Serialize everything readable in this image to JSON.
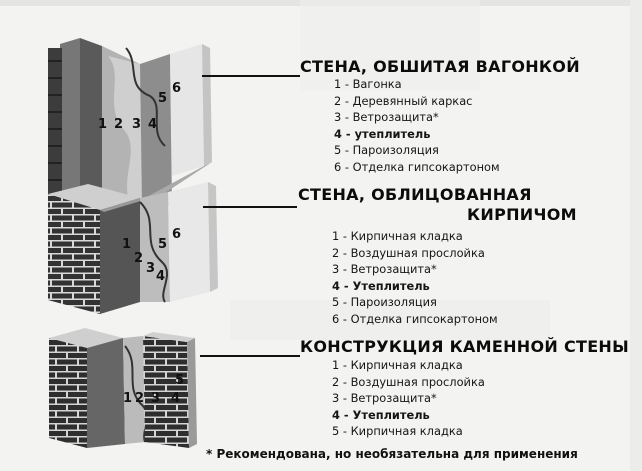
{
  "sections": [
    {
      "title_lines": [
        "СТЕНА, ОБШИТАЯ ВАГОНКОЙ"
      ],
      "items": [
        "1 - Вагонка",
        "2 - Деревянный каркас",
        "3 - Ветрозащита*",
        "4 - утеплитель",
        "5 - Пароизоляция",
        "6 - Отделка гипсокартоном"
      ],
      "figure_labels": [
        "1",
        "2",
        "3",
        "4",
        "5",
        "6"
      ]
    },
    {
      "title_lines": [
        "СТЕНА, ОБЛИЦОВАННАЯ",
        "КИРПИЧОМ"
      ],
      "items": [
        "1 - Кирпичная кладка",
        "2 - Воздушная прослойка",
        "3 - Ветрозащита*",
        "4 -  Утеплитель",
        "5 - Пароизоляция",
        "6 - Отделка гипсокартоном"
      ],
      "figure_labels": [
        "1",
        "2",
        "3",
        "4",
        "5",
        "6"
      ]
    },
    {
      "title_lines": [
        "КОНСТРУКЦИЯ КАМЕННОЙ СТЕНЫ"
      ],
      "items": [
        "1 - Кирпичная кладка",
        "2 - Воздушная прослойка",
        "3 - Ветрозащита*",
        "4 - Утеплитель",
        "5 - Кирпичная кладка"
      ],
      "figure_labels": [
        "1",
        "2",
        "3",
        "4",
        "5"
      ]
    }
  ],
  "footnote": "* Рекомендована, но необязательна для применения"
}
